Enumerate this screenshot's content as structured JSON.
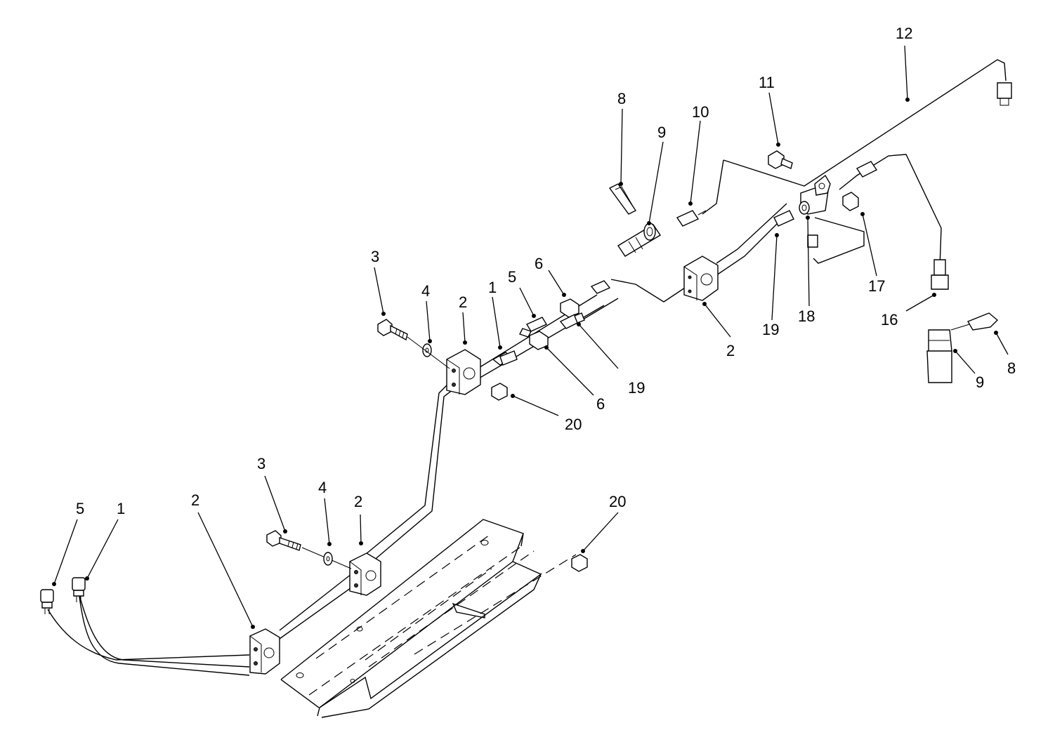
{
  "callouts": [
    {
      "label": "12"
    },
    {
      "label": "11"
    },
    {
      "label": "10"
    },
    {
      "label": "8"
    },
    {
      "label": "9"
    },
    {
      "label": "17"
    },
    {
      "label": "18"
    },
    {
      "label": "19"
    },
    {
      "label": "16"
    },
    {
      "label": "8"
    },
    {
      "label": "9"
    },
    {
      "label": "2"
    },
    {
      "label": "3"
    },
    {
      "label": "4"
    },
    {
      "label": "2"
    },
    {
      "label": "1"
    },
    {
      "label": "5"
    },
    {
      "label": "6"
    },
    {
      "label": "6"
    },
    {
      "label": "19"
    },
    {
      "label": "20"
    },
    {
      "label": "3"
    },
    {
      "label": "4"
    },
    {
      "label": "2"
    },
    {
      "label": "2"
    },
    {
      "label": "5"
    },
    {
      "label": "1"
    },
    {
      "label": "20"
    }
  ]
}
